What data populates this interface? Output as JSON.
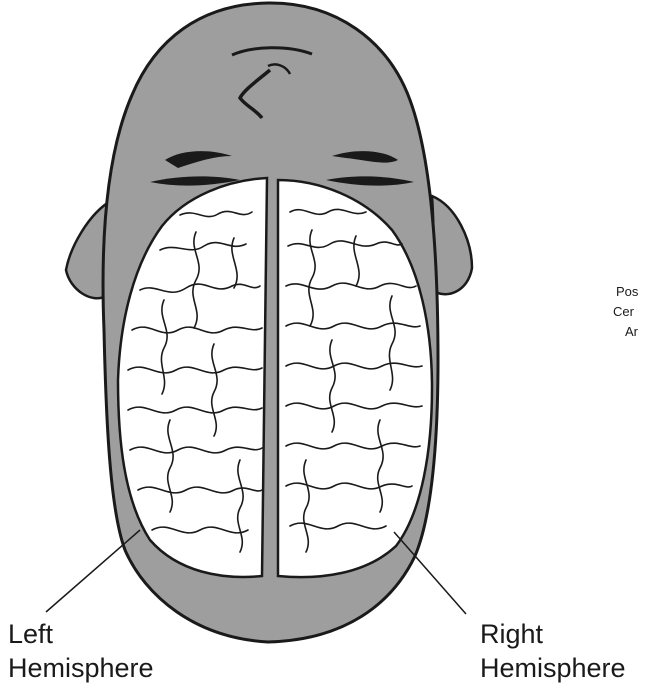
{
  "labels": {
    "left": [
      "Left",
      "Hemisphere"
    ],
    "right": [
      "Right",
      "Hemisphere"
    ],
    "side_partial": [
      "Pos",
      "Cer",
      "Ar"
    ]
  },
  "colors": {
    "head": "#9e9e9e",
    "brain": "#ffffff",
    "outline": "#1a1a1a"
  }
}
